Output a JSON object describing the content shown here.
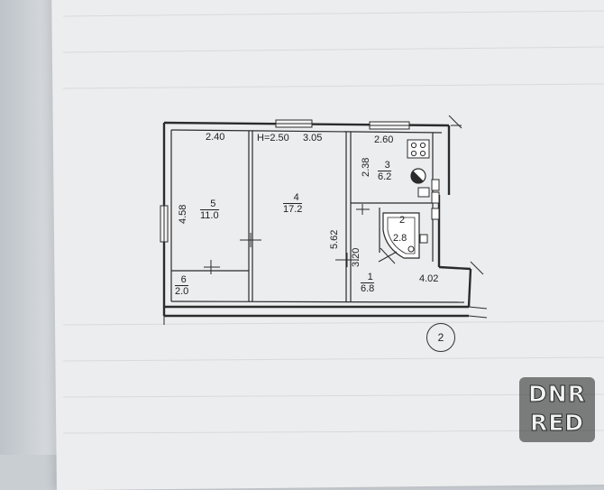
{
  "plan": {
    "sheet_number": "2",
    "height_note": "H=2.50",
    "dimensions": {
      "room5_width": "2.40",
      "room4_width": "3.05",
      "room3_width": "2.60",
      "room3_depth": "2.38",
      "room5_depth": "4.58",
      "room4_depth": "5.62",
      "hall_depth": "3.20",
      "hall_length": "4.02"
    },
    "rooms": [
      {
        "number": "5",
        "area": "11.0"
      },
      {
        "number": "4",
        "area": "17.2"
      },
      {
        "number": "3",
        "area": "6.2"
      },
      {
        "number": "2",
        "area": "2.8"
      },
      {
        "number": "1",
        "area": "6.8"
      },
      {
        "number": "6",
        "area": "2.0"
      }
    ]
  },
  "watermark": {
    "line1": "DNR",
    "line2": "RED"
  }
}
